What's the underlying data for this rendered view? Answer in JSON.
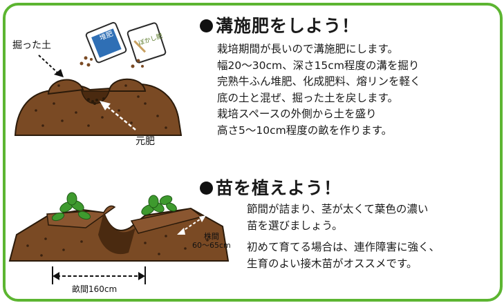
{
  "section1": {
    "title": "溝施肥をしよう！",
    "lines": [
      "栽培期間が長いので溝施肥にします。",
      "幅20～30cm、深さ15cm程度の溝を掘り",
      "完熟牛ふん堆肥、化成肥料、熔リンを軽く",
      "底の土と混ぜ、掘った土を戻します。",
      "栽培スペースの外側から土を盛り",
      "高さ5～10cm程度の畝を作ります。"
    ]
  },
  "section2": {
    "title": "苗を植えよう！",
    "paragraph1": [
      "節間が詰まり、茎が太くて葉色の濃い",
      "苗を選びましょう。"
    ],
    "paragraph2": [
      "初めて育てる場合は、連作障害に強く、",
      "生育のよい接木苗がオススメです。"
    ]
  },
  "diagram1": {
    "dug_soil_label": "掘った土",
    "base_fertilizer_label": "元肥",
    "bag_left_text": "堆肥",
    "bag_right_text": "ぼかし肥"
  },
  "diagram2": {
    "plant_spacing_label_1": "株間",
    "plant_spacing_label_2": "60～65cm",
    "row_spacing_label": "畝間160cm"
  },
  "colors": {
    "frame_green": "#5cb531",
    "soil_brown": "#7a4a24",
    "leaf_green": "#3e9a2e",
    "bag_blue": "#2f6fb5"
  }
}
